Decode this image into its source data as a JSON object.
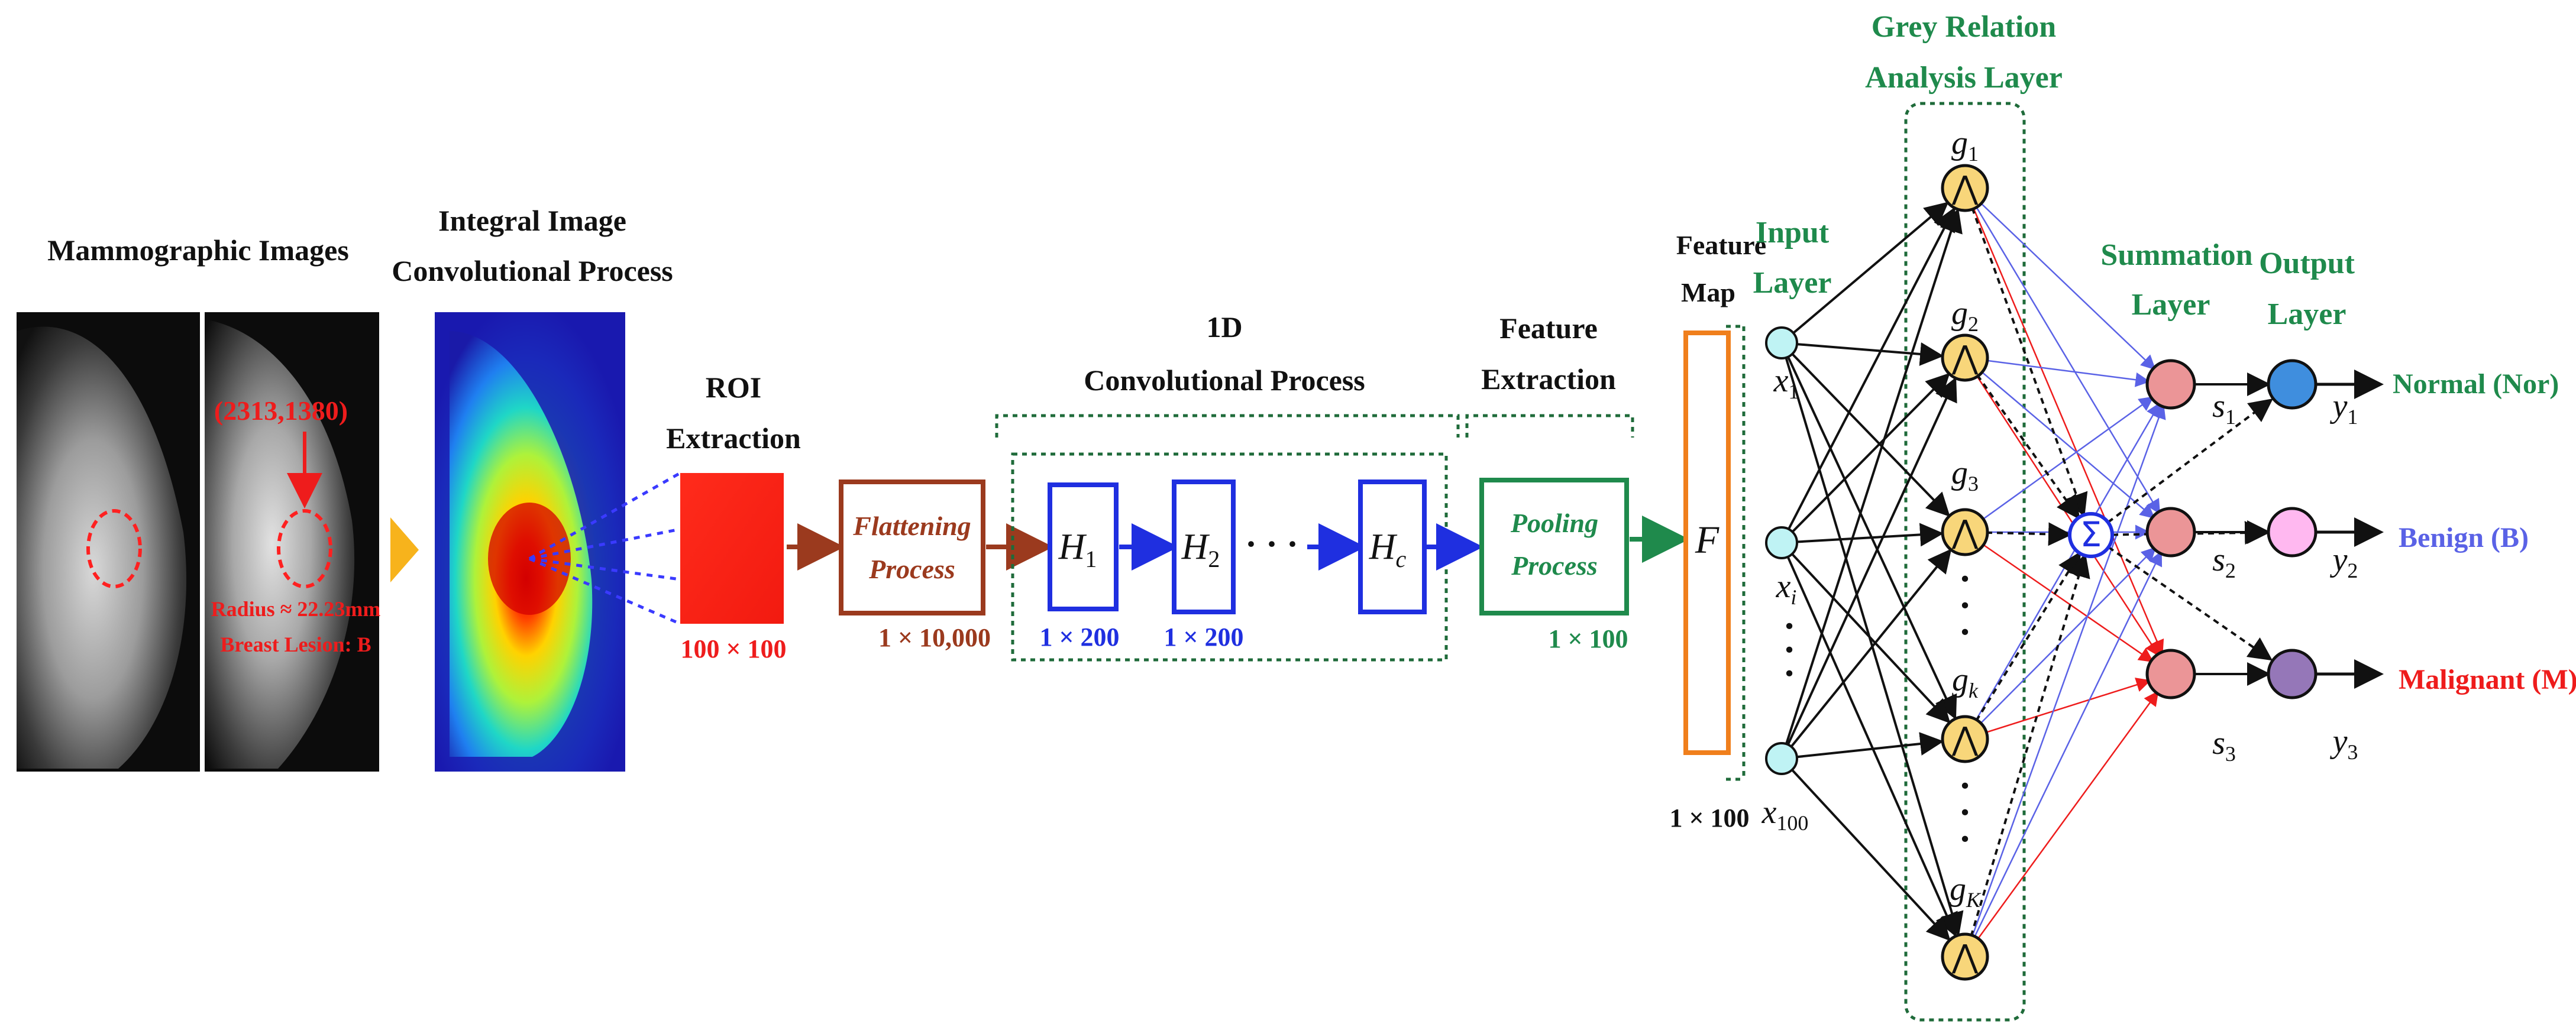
{
  "input_stage": {
    "title": "Mammographic Images",
    "coord": "(2313,1380)",
    "radius": "Radius ≈ 22.23mm",
    "lesion": "Breast Lesion: B"
  },
  "integral_stage": {
    "title_line1": "Integral Image",
    "title_line2": "Convolutional Process"
  },
  "roi_stage": {
    "title_line1": "ROI",
    "title_line2": "Extraction",
    "dim": "100 × 100"
  },
  "flatten_stage": {
    "line1": "Flattening",
    "line2": "Process",
    "dim": "1 × 10,000"
  },
  "conv1d_stage": {
    "title_line1": "1D",
    "title_line2": "Convolutional Process",
    "h_letter": "H",
    "h1_sub": "1",
    "h2_sub": "2",
    "hc_sub": "c",
    "dots": "· · ·",
    "dim1": "1 × 200",
    "dim2": "1 × 200"
  },
  "pooling_stage": {
    "title_line1": "Feature",
    "title_line2": "Extraction",
    "line1": "Pooling",
    "line2": "Process",
    "dim": "1 × 100"
  },
  "feature_map": {
    "title_line1": "Feature",
    "title_line2": "Map",
    "letter": "F",
    "dim": "1 × 100"
  },
  "input_layer": {
    "title_line1": "Input",
    "title_line2": "Layer",
    "x_letter": "x",
    "sub1": "1",
    "subi": "i",
    "sub100": "100",
    "dots": "·"
  },
  "grey_layer": {
    "title_line1": "Grey Relation",
    "title_line2": "Analysis Layer",
    "g_letter": "g",
    "sub1": "1",
    "sub2": "2",
    "sub3": "3",
    "subk": "k",
    "subK": "K",
    "node_symbol": "⋀",
    "sum_symbol": "Σ",
    "dots": "·"
  },
  "summation_layer": {
    "title_line1": "Summation",
    "title_line2": "Layer",
    "s_letter": "s",
    "sub1": "1",
    "sub2": "2",
    "sub3": "3"
  },
  "output_layer": {
    "title_line1": "Output",
    "title_line2": "Layer",
    "y_letter": "y",
    "sub1": "1",
    "sub2": "2",
    "sub3": "3",
    "out1": "Normal (Nor)",
    "out2": "Benign (B)",
    "out3": "Malignant (M)"
  },
  "colors": {
    "green": "#1f8a4c",
    "red": "#ee1c1c",
    "blue": "#1f2fe0",
    "brown": "#9b3a1e",
    "orange": "#f07f1c",
    "arrow_yellow": "#f7b31c",
    "node_cyan": "#bff3f4",
    "node_gold": "#f8d67a",
    "node_salmon": "#eb9597",
    "node_blue": "#3f8ede",
    "node_pink": "#ffb8f0",
    "node_purple": "#9577b8"
  }
}
